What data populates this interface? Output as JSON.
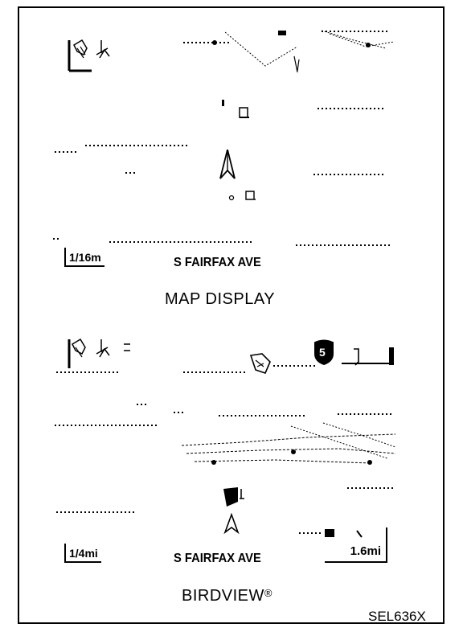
{
  "map_display": {
    "street": "S FAIRFAX AVE",
    "scale": "1/16m",
    "caption": "MAP DISPLAY"
  },
  "birdview": {
    "street": "S FAIRFAX AVE",
    "scale": "1/4mi",
    "distance": "1.6mi",
    "route_shield": "5",
    "caption_main": "BIRDVIEW",
    "caption_mark": "®"
  },
  "figure_id": "SEL636X",
  "icons": [
    "compass-icon",
    "north-arrow-icon",
    "vehicle-icon",
    "freeway-shield-icon",
    "poi-icon"
  ]
}
